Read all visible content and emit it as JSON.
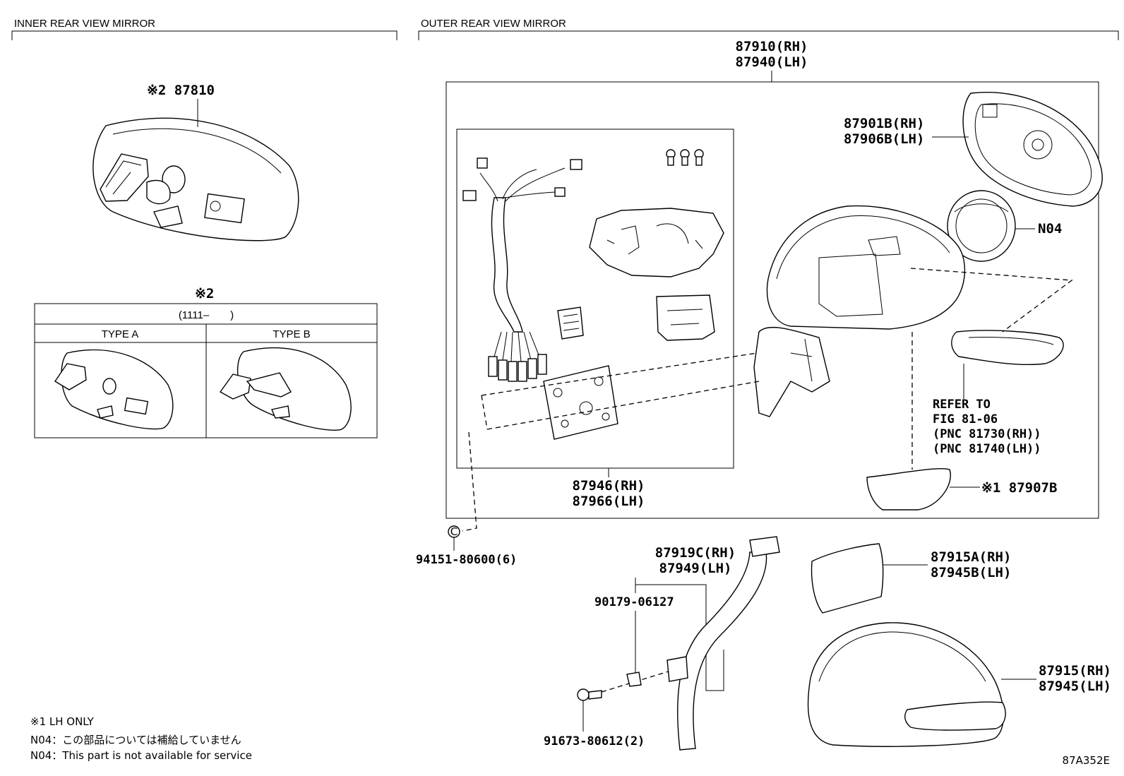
{
  "sections": {
    "inner_title": "INNER REAR VIEW MIRROR",
    "outer_title": "OUTER REAR VIEW MIRROR"
  },
  "inner": {
    "mirror_label": "※2 87810",
    "table_mark": "※2",
    "table_range": "(1111–　　)",
    "type_a": "TYPE A",
    "type_b": "TYPE B"
  },
  "outer": {
    "assembly_rh": "87910(RH)",
    "assembly_lh": "87940(LH)",
    "glass_rh": "87901B(RH)",
    "glass_lh": "87906B(LH)",
    "motor": "N04",
    "harness_rh": "87946(RH)",
    "harness_lh": "87966(LH)",
    "refer_line1": "REFER TO",
    "refer_line2": "FIG 81-06",
    "refer_line3": "(PNC 81730(RH))",
    "refer_line4": "(PNC 81740(LH))",
    "lamp_cover": "※1 87907B",
    "screw": "94151-80600(6)",
    "stay_rh": "87919C(RH)",
    "stay_lh": "87949(LH)",
    "clip": "90179-06127",
    "bolt": "91673-80612(2)",
    "cover_small_rh": "87915A(RH)",
    "cover_small_lh": "87945B(LH)",
    "cover_rh": "87915(RH)",
    "cover_lh": "87945(LH)"
  },
  "notes": {
    "line1": "※1 LH ONLY",
    "line2": "N04：この部品については補給していません",
    "line3": "N04：This part is not available for service"
  },
  "figure_code": "87A352E"
}
